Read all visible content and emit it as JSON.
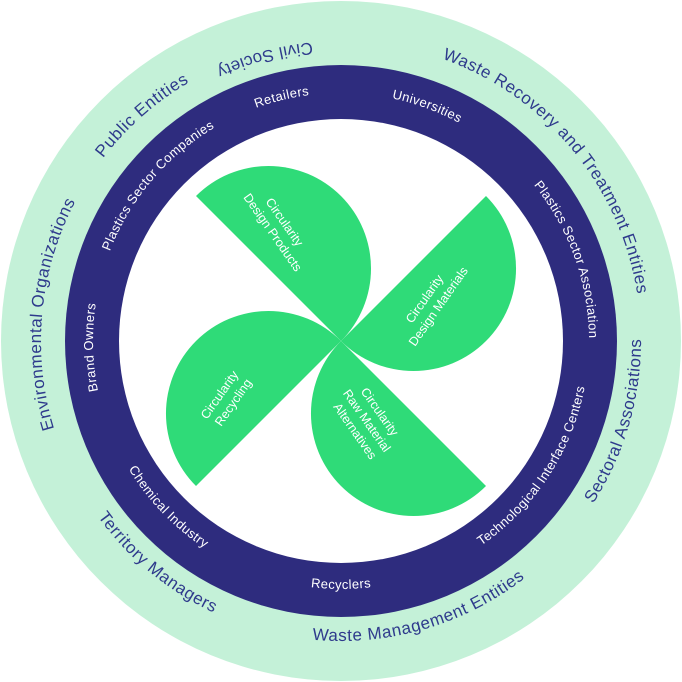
{
  "colors": {
    "outer_ring": "#c4f1d8",
    "inner_ring": "#2e2c7e",
    "center": "#ffffff",
    "petal": "#2fdb78",
    "outer_text": "#2e3a8c",
    "inner_text": "#ffffff"
  },
  "outer_ring": {
    "labels": [
      "Civil Society",
      "Waste Recovery and Treatment Entities",
      "Sectoral Associations",
      "Waste Management Entities",
      "Territory Managers",
      "Environmental Organizations",
      "Public Entities"
    ]
  },
  "inner_ring": {
    "labels": [
      "Retailers",
      "Universities",
      "Plastics Sector Association",
      "Technological Interface Centers",
      "Recyclers",
      "Chemical Industry",
      "Brand Owners",
      "Plastics Sector Companies"
    ]
  },
  "center": {
    "petals": [
      {
        "lines": [
          "Circularity",
          "Design Products"
        ]
      },
      {
        "lines": [
          "Circularity",
          "Design Materials"
        ]
      },
      {
        "lines": [
          "Circularity",
          "Raw Material",
          "Alternatives"
        ]
      },
      {
        "lines": [
          "Circularity",
          "Recycling"
        ]
      }
    ]
  }
}
